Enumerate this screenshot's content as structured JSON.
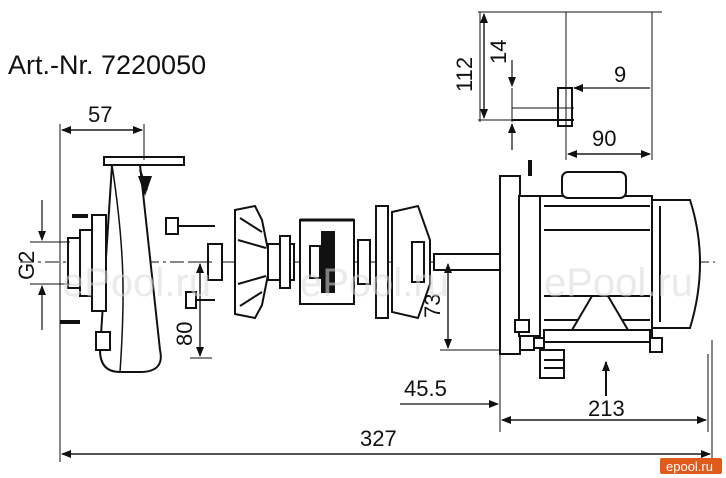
{
  "article": "Art.-Nr. 7220050",
  "dimensions": {
    "d57": "57",
    "d112": "112",
    "d14": "14",
    "d9": "9",
    "d90": "90",
    "dG2": "G2",
    "d80": "80",
    "d73": "73",
    "d45_5": "45.5",
    "d213": "213",
    "d327": "327"
  },
  "watermarks": [
    "ePool.ru",
    "ePool.ru",
    "ePool.ru"
  ],
  "brand_badge": "epool.ru",
  "colors": {
    "line": "#111111",
    "brand": "#e05a1b"
  }
}
